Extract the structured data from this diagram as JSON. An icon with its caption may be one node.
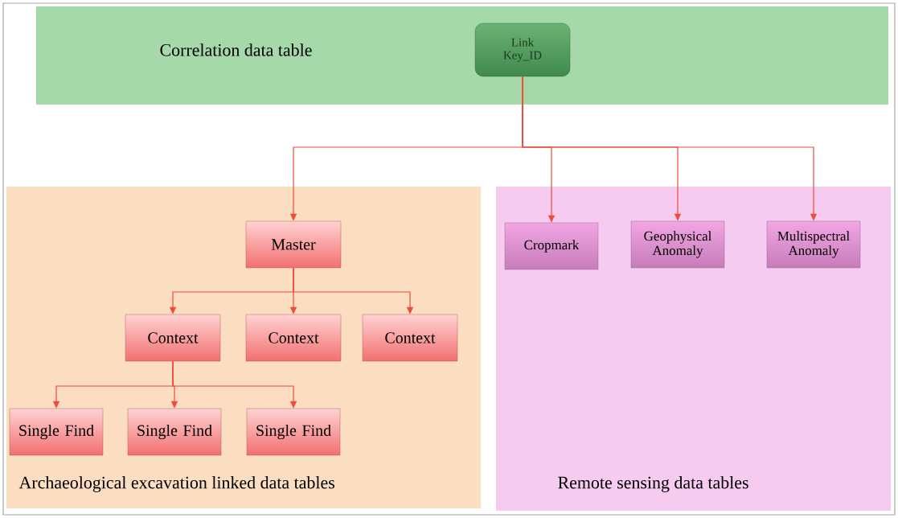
{
  "diagram": {
    "nodes": [
      {
        "text": [
          "Correlation data table"
        ]
      },
      {
        "text": [
          "Link Key_ID"
        ],
        "in": 0
      },
      {
        "text": [
          "Archaeological excavation linked data tables"
        ]
      },
      {
        "text": [
          "Master"
        ],
        "in": 2
      },
      {
        "text": [
          "Context"
        ],
        "in": 2
      },
      {
        "text": [
          "Context"
        ],
        "in": 2
      },
      {
        "text": [
          "Context"
        ],
        "in": 2
      },
      {
        "text": [
          "Single Find"
        ],
        "in": 2
      },
      {
        "text": [
          "Single Find"
        ],
        "in": 2
      },
      {
        "text": [
          "Single Find"
        ],
        "in": 2
      },
      {
        "text": [
          "Remote sensing data tables"
        ]
      },
      {
        "text": [
          "Cropmark"
        ],
        "in": 10
      },
      {
        "text": [
          "Geophysical Anomaly"
        ],
        "in": 10
      },
      {
        "text": [
          "Multispectral Anomaly"
        ],
        "in": 10
      }
    ],
    "edges": [
      {
        "from": 1,
        "to": 3,
        "arrow": "to"
      },
      {
        "from": 1,
        "to": 11,
        "arrow": "to"
      },
      {
        "from": 1,
        "to": 12,
        "arrow": "to"
      },
      {
        "from": 1,
        "to": 13,
        "arrow": "to"
      },
      {
        "from": 3,
        "to": 4,
        "arrow": "to"
      },
      {
        "from": 3,
        "to": 5,
        "arrow": "to"
      },
      {
        "from": 3,
        "to": 6,
        "arrow": "to"
      },
      {
        "from": 4,
        "to": 7,
        "arrow": "to"
      },
      {
        "from": 4,
        "to": 8,
        "arrow": "to"
      },
      {
        "from": 4,
        "to": 9,
        "arrow": "to"
      }
    ]
  }
}
